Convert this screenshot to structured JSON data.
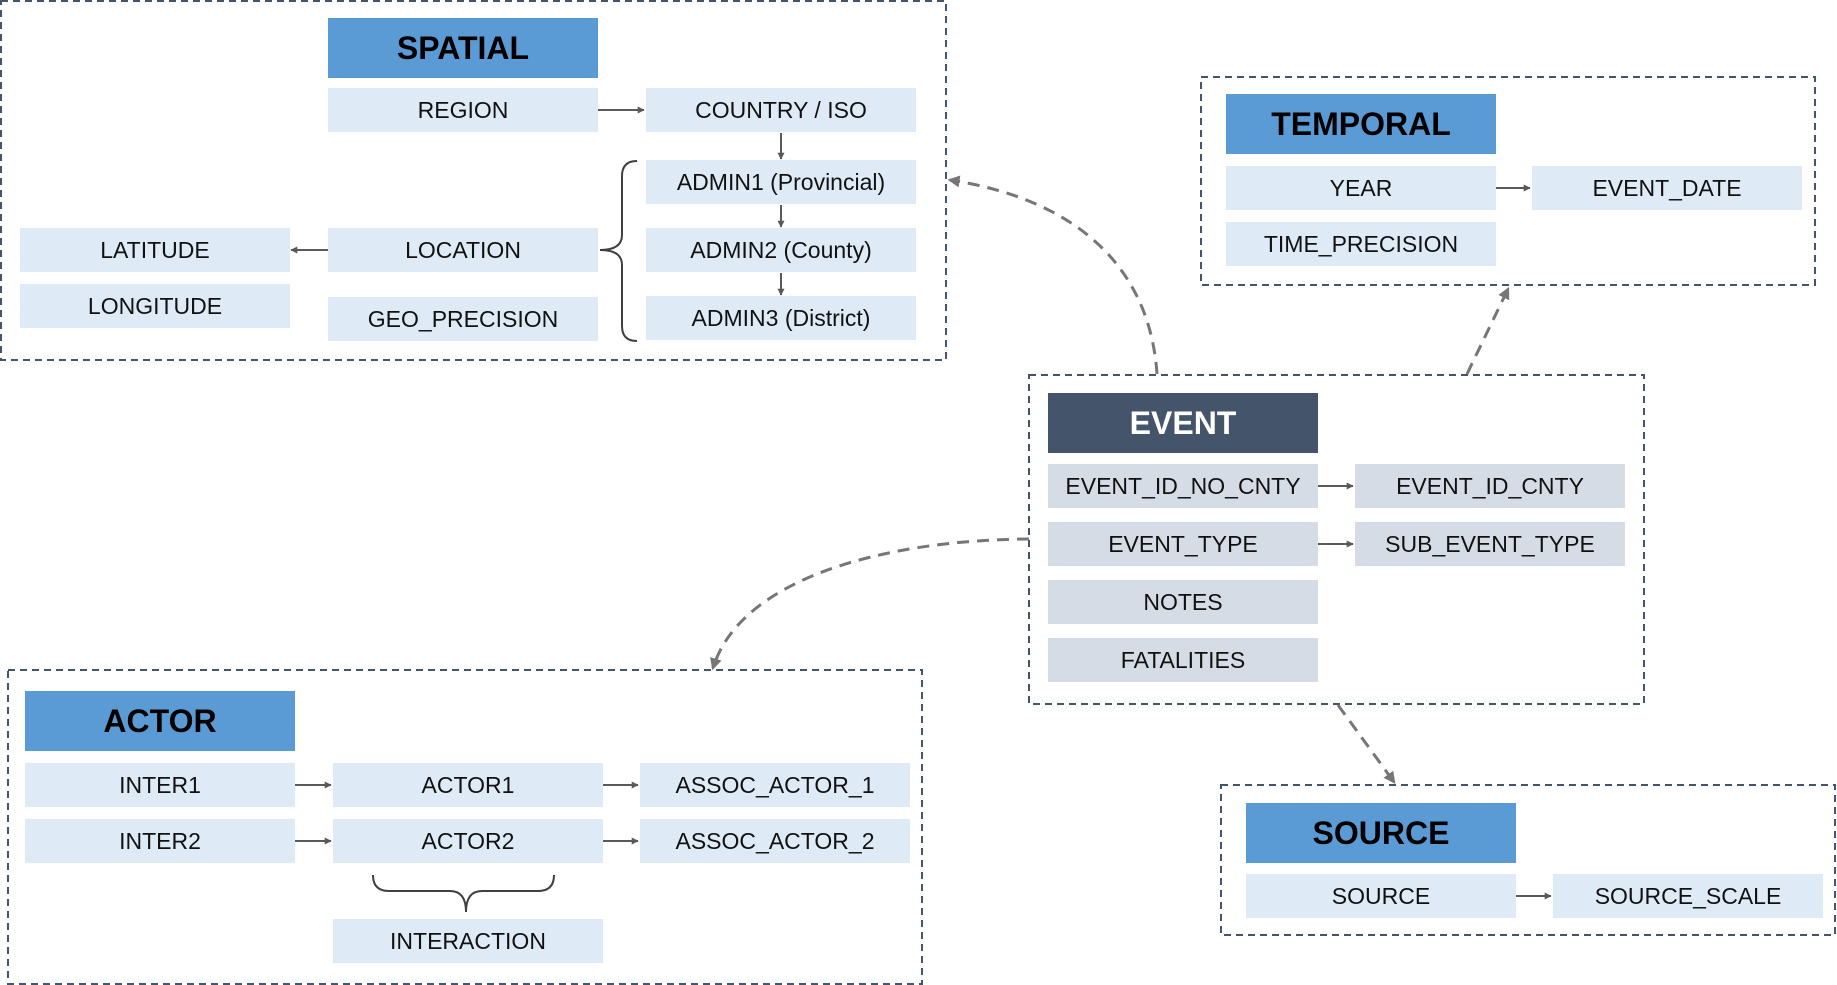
{
  "colors": {
    "header_blue": "#5b9bd5",
    "header_dark": "#44546a",
    "cell_light_blue": "#deebf7",
    "cell_grey": "#d6dce5",
    "border_dashed": "#44546a",
    "connector": "#767676"
  },
  "spatial": {
    "title": "SPATIAL",
    "region": "REGION",
    "country_iso": "COUNTRY / ISO",
    "admin1": "ADMIN1 (Provincial)",
    "admin2": "ADMIN2 (County)",
    "admin3": "ADMIN3 (District)",
    "location": "LOCATION",
    "geo_precision": "GEO_PRECISION",
    "latitude": "LATITUDE",
    "longitude": "LONGITUDE"
  },
  "temporal": {
    "title": "TEMPORAL",
    "year": "YEAR",
    "event_date": "EVENT_DATE",
    "time_precision": "TIME_PRECISION"
  },
  "event": {
    "title": "EVENT",
    "event_id_no_cnty": "EVENT_ID_NO_CNTY",
    "event_id_cnty": "EVENT_ID_CNTY",
    "event_type": "EVENT_TYPE",
    "sub_event_type": "SUB_EVENT_TYPE",
    "notes": "NOTES",
    "fatalities": "FATALITIES"
  },
  "actor": {
    "title": "ACTOR",
    "inter1": "INTER1",
    "actor1": "ACTOR1",
    "assoc_actor_1": "ASSOC_ACTOR_1",
    "inter2": "INTER2",
    "actor2": "ACTOR2",
    "assoc_actor_2": "ASSOC_ACTOR_2",
    "interaction": "INTERACTION"
  },
  "source": {
    "title": "SOURCE",
    "source": "SOURCE",
    "source_scale": "SOURCE_SCALE"
  }
}
